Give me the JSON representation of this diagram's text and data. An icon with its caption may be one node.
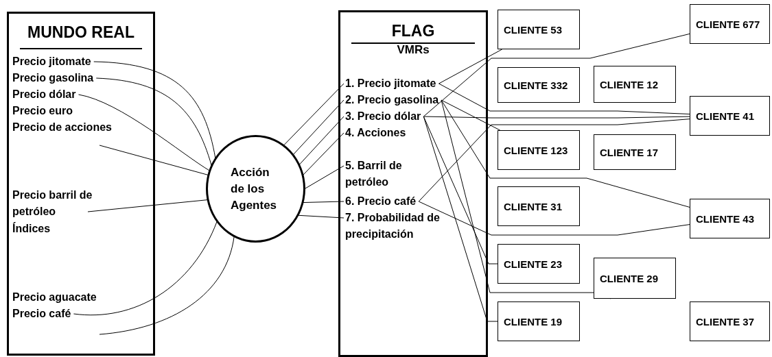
{
  "diagram": {
    "nodes": [
      {
        "text": [
          "MUNDO REAL"
        ]
      },
      {
        "text": [
          "Precio jitomate"
        ],
        "in": 0
      },
      {
        "text": [
          "Precio gasolina"
        ],
        "in": 0
      },
      {
        "text": [
          "Precio dólar"
        ],
        "in": 0
      },
      {
        "text": [
          "Precio barril de petróleo"
        ],
        "in": 0
      },
      {
        "text": [
          "Precio café"
        ],
        "in": 0
      },
      {
        "text": [
          "Acción de los Agentes"
        ]
      },
      {
        "text": [
          "FLAG",
          "VMRs"
        ]
      },
      {
        "text": [
          "1. Precio jitomate"
        ],
        "in": 7
      },
      {
        "text": [
          "2. Precio gasolina"
        ],
        "in": 7
      },
      {
        "text": [
          "3. Precio dólar"
        ],
        "in": 7
      },
      {
        "text": [
          "4. Acciones"
        ],
        "in": 7
      },
      {
        "text": [
          "5. Barril de petróleo"
        ],
        "in": 7
      },
      {
        "text": [
          "6. Precio café"
        ],
        "in": 7
      },
      {
        "text": [
          "7. Probabilidad de precipitación"
        ],
        "in": 7
      },
      {
        "text": [
          "CLIENTE 53"
        ]
      },
      {
        "text": [
          "CLIENTE 677"
        ]
      },
      {
        "text": [
          "CLIENTE 12"
        ]
      },
      {
        "text": [
          "CLIENTE 332"
        ]
      },
      {
        "text": [
          "CLIENTE 41"
        ]
      },
      {
        "text": [
          "CLIENTE 123"
        ]
      },
      {
        "text": [
          "CLIENTE 17"
        ]
      },
      {
        "text": [
          "CLIENTE 43"
        ]
      },
      {
        "text": [
          "CLIENTE 31"
        ]
      },
      {
        "text": [
          "CLIENTE 29"
        ]
      },
      {
        "text": [
          "CLIENTE 23"
        ]
      },
      {
        "text": [
          "CLIENTE 19"
        ]
      },
      {
        "text": [
          "CLIENTE 37"
        ]
      }
    ],
    "edges": [
      {
        "from": 1,
        "to": 6,
        "arrow": "none"
      },
      {
        "from": 2,
        "to": 6,
        "arrow": "none"
      },
      {
        "from": 3,
        "to": 6,
        "arrow": "none"
      },
      {
        "from": null,
        "to": 6,
        "arrow": "none"
      },
      {
        "from": 4,
        "to": 6,
        "arrow": "none"
      },
      {
        "from": 5,
        "to": 6,
        "arrow": "none"
      },
      {
        "from": 6,
        "to": null,
        "arrow": "none"
      },
      {
        "from": 6,
        "to": 8,
        "arrow": "none"
      },
      {
        "from": 6,
        "to": 9,
        "arrow": "none"
      },
      {
        "from": 6,
        "to": 10,
        "arrow": "none"
      },
      {
        "from": 6,
        "to": 11,
        "arrow": "none"
      },
      {
        "from": 6,
        "to": 12,
        "arrow": "none"
      },
      {
        "from": 6,
        "to": 13,
        "arrow": "none"
      },
      {
        "from": 6,
        "to": 14,
        "arrow": "none"
      },
      {
        "from": 8,
        "to": 15,
        "arrow": "none"
      },
      {
        "from": 8,
        "to": 19,
        "arrow": "none"
      },
      {
        "from": 9,
        "to": 22,
        "arrow": "none"
      },
      {
        "from": 9,
        "to": 20,
        "arrow": "none"
      },
      {
        "from": 9,
        "to": 24,
        "arrow": "none"
      },
      {
        "from": 10,
        "to": 16,
        "arrow": "none"
      },
      {
        "from": 10,
        "to": 19,
        "arrow": "none"
      },
      {
        "from": 10,
        "to": 25,
        "arrow": "none"
      },
      {
        "from": 10,
        "to": 26,
        "arrow": "none"
      },
      {
        "from": 13,
        "to": 19,
        "arrow": "none"
      },
      {
        "from": 13,
        "to": 22,
        "arrow": "none"
      }
    ],
    "labels": [
      "Precio euro",
      "Precio de acciones",
      "Índices",
      "Precio aguacate"
    ]
  }
}
